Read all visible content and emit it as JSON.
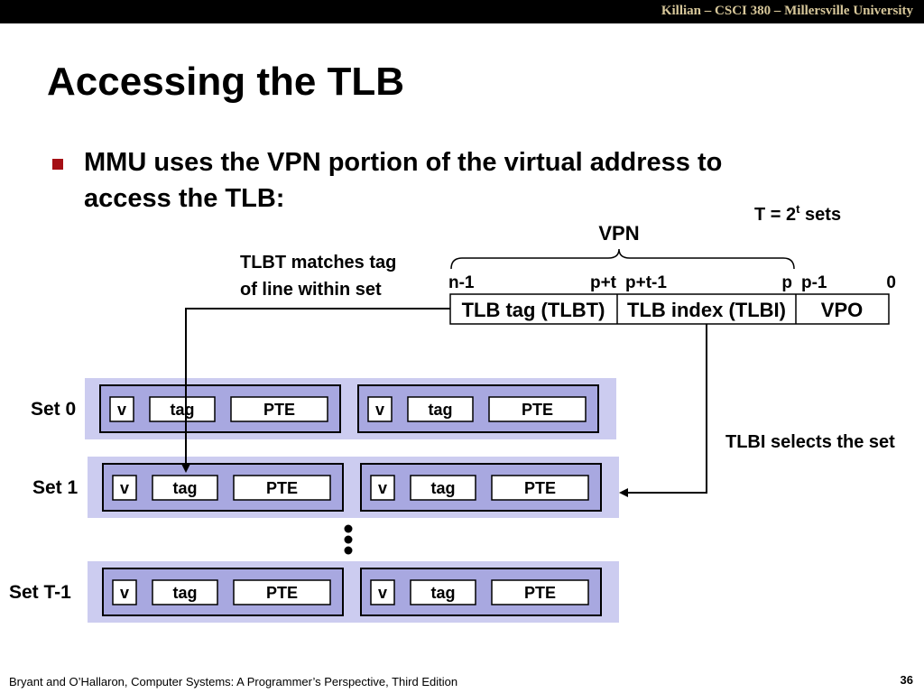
{
  "header": {
    "course": "Killian – CSCI 380 – Millersville University"
  },
  "slide": {
    "title": "Accessing the TLB",
    "bullet": "MMU uses the VPN portion of the virtual address to access the TLB:",
    "footer": "Bryant and O’Hallaron, Computer Systems: A Programmer’s Perspective, Third Edition",
    "page_number": "36"
  },
  "diagram": {
    "sets_note": {
      "prefix": "T = 2",
      "sup": "t",
      "suffix": " sets"
    },
    "vpn_label": "VPN",
    "tlbt_note": [
      "TLBT matches tag",
      "of line within set"
    ],
    "tlbi_note": "TLBI selects the set",
    "bit_labels": {
      "n_minus_1": "n-1",
      "p_plus_t": "p+t",
      "p_plus_t_minus_1": "p+t-1",
      "p": "p",
      "p_minus_1": "p-1",
      "zero": "0"
    },
    "address_fields": [
      "TLB tag (TLBT)",
      "TLB index (TLBI)",
      "VPO"
    ],
    "sets": [
      {
        "label": "Set 0",
        "lines": [
          {
            "v": "v",
            "tag": "tag",
            "pte": "PTE"
          },
          {
            "v": "v",
            "tag": "tag",
            "pte": "PTE"
          }
        ]
      },
      {
        "label": "Set 1",
        "lines": [
          {
            "v": "v",
            "tag": "tag",
            "pte": "PTE"
          },
          {
            "v": "v",
            "tag": "tag",
            "pte": "PTE"
          }
        ]
      },
      {
        "label": "Set T-1",
        "lines": [
          {
            "v": "v",
            "tag": "tag",
            "pte": "PTE"
          },
          {
            "v": "v",
            "tag": "tag",
            "pte": "PTE"
          }
        ]
      }
    ],
    "colors": {
      "set_background": "#ccccf0",
      "line_fill": "#a8a8e0",
      "field_fill": "#ffffff",
      "accent": "#a50f15"
    }
  }
}
